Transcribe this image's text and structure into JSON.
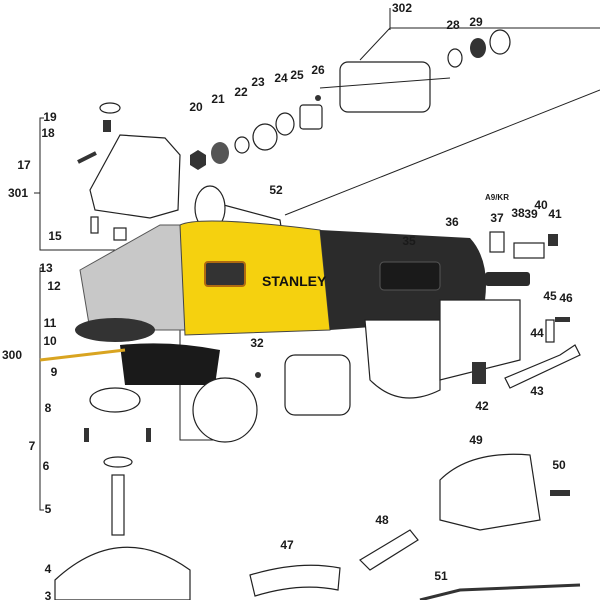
{
  "brand": "STANLEY",
  "colors": {
    "body_yellow": "#f5d10f",
    "housing_black": "#2b2b2b",
    "gear_head_gray": "#c8c8c8"
  },
  "labels": [
    "302",
    "28",
    "29",
    "26",
    "25",
    "24",
    "23",
    "22",
    "21",
    "20",
    "19",
    "18",
    "17",
    "301",
    "52",
    "15",
    "13",
    "12",
    "11",
    "10",
    "300",
    "9",
    "8",
    "7",
    "6",
    "5",
    "4",
    "3",
    "32",
    "36",
    "35",
    "A9/KR",
    "37",
    "38",
    "39",
    "40",
    "41",
    "45",
    "46",
    "44",
    "43",
    "42",
    "49",
    "50",
    "48",
    "47",
    "51"
  ]
}
